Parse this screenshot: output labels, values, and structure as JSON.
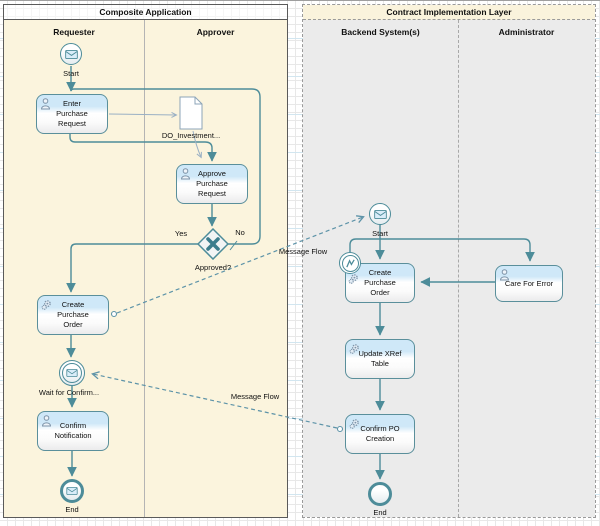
{
  "pool_left": {
    "title": "Composite Application",
    "lanes": {
      "requester": "Requester",
      "approver": "Approver"
    }
  },
  "pool_right": {
    "title": "Contract Implementation Layer",
    "lanes": {
      "backend": "Backend System(s)",
      "admin": "Administrator"
    }
  },
  "left": {
    "start": "Start",
    "enter_purchase_request": "Enter\nPurchase\nRequest",
    "document": "DO_Investment...",
    "approve_purchase_request": "Approve\nPurchase\nRequest",
    "yes": "Yes",
    "no": "No",
    "approved_q": "Approved?",
    "create_purchase_order": "Create\nPurchase\nOrder",
    "wait_for_confirm": "Wait for Confirm...",
    "confirm_notification": "Confirm\nNotification",
    "end": "End"
  },
  "right": {
    "start": "Start",
    "create_purchase_order": "Create\nPurchase\nOrder",
    "care_for_error": "Care For Error",
    "update_xref_table": "Update XRef\nTable",
    "confirm_po_creation": "Confirm PO\nCreation",
    "end": "End"
  },
  "flows": {
    "message_flow_upper": "Message Flow",
    "message_flow_lower": "Message Flow"
  },
  "colors": {
    "accent": "#4d8c99",
    "task_top_band": "#cfe8f8",
    "pool_left_bg": "#fbf4dd",
    "pool_right_bg": "#ebebeb",
    "message_flow": "#5d93a8",
    "grid_blue": "#d2e6f0"
  }
}
